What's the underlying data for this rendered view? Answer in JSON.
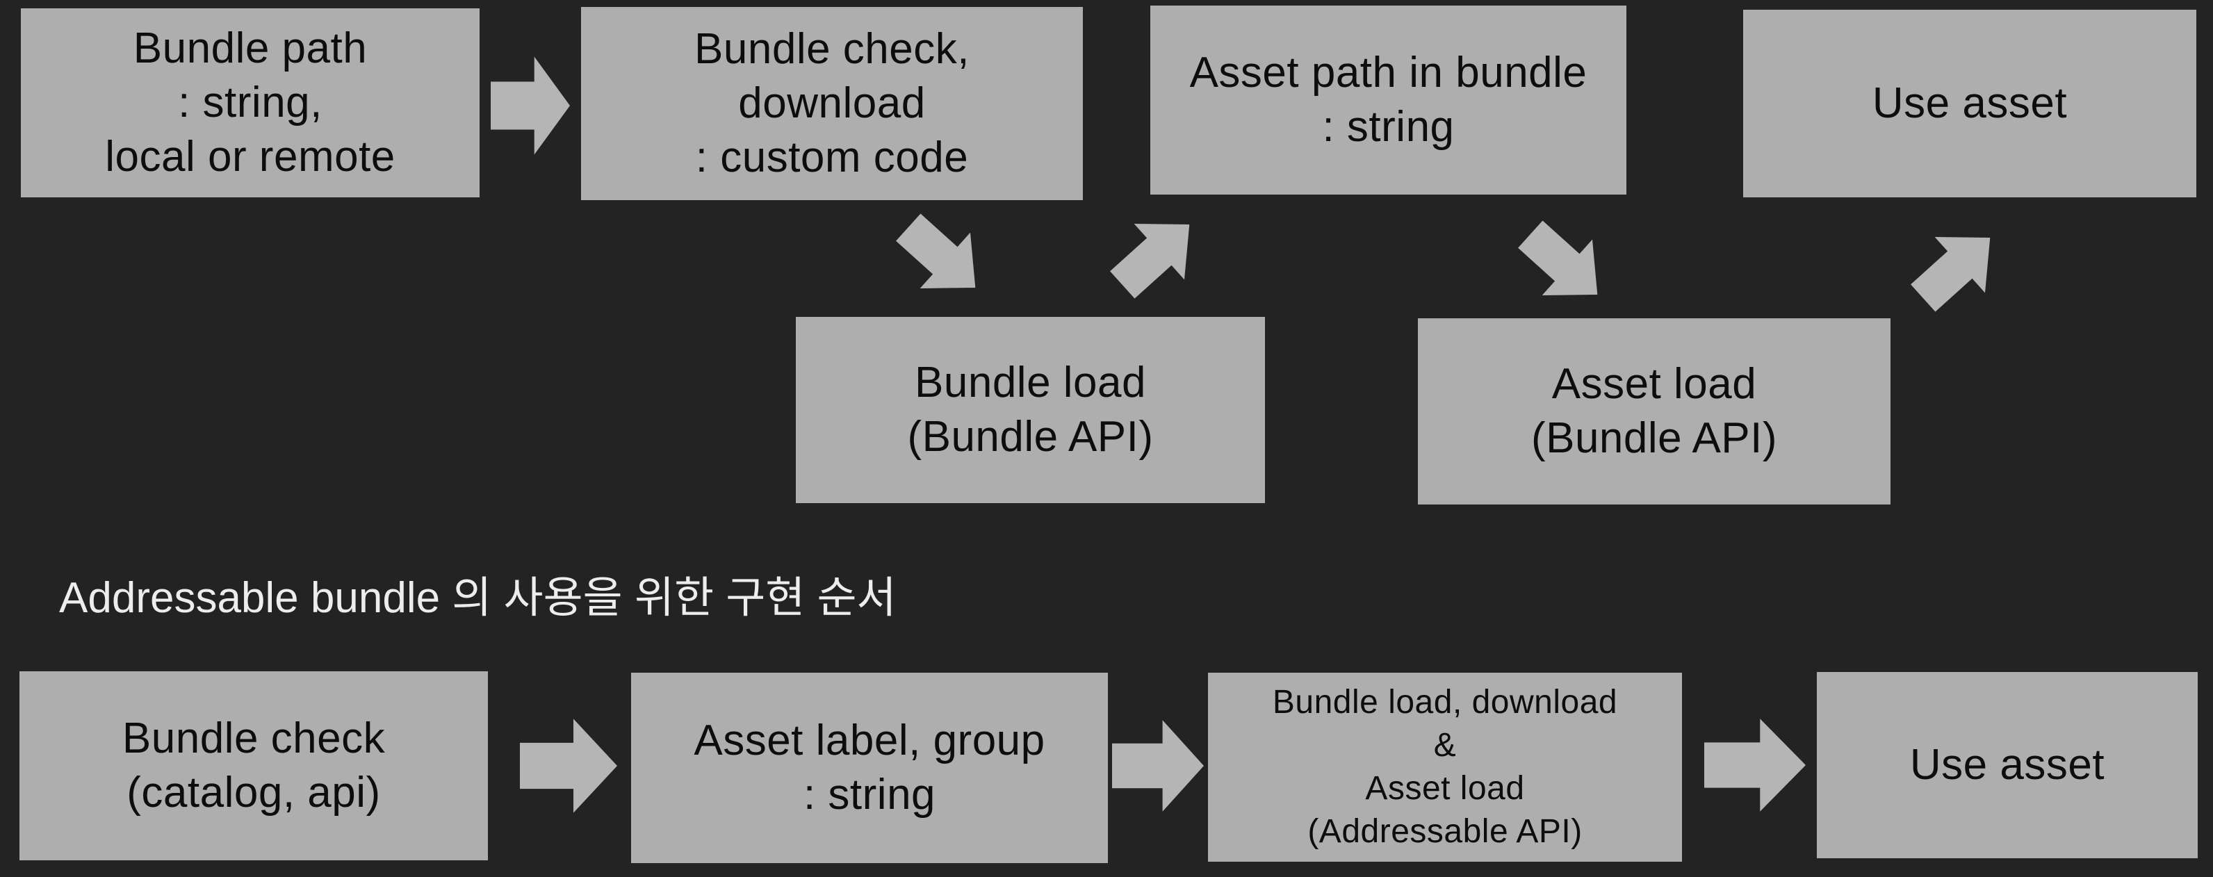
{
  "colors": {
    "background": "#232323",
    "box_fill": "#aeaeae",
    "box_text": "#0d0d0d",
    "arrow_fill": "#b5b5b5",
    "heading_text": "#ededed"
  },
  "heading": {
    "text": "Addressable bundle 의 사용을 위한 구현 순서"
  },
  "top_flow": {
    "boxes": [
      {
        "id": "bundle-path",
        "lines": [
          "Bundle path",
          ": string,",
          "local or remote"
        ]
      },
      {
        "id": "bundle-check-download",
        "lines": [
          "Bundle check,",
          "download",
          ": custom code"
        ]
      },
      {
        "id": "bundle-load",
        "lines": [
          "Bundle load",
          "(Bundle API)"
        ]
      },
      {
        "id": "asset-path-in-bundle",
        "lines": [
          "Asset path in bundle",
          ": string"
        ]
      },
      {
        "id": "asset-load",
        "lines": [
          "Asset load",
          "(Bundle API)"
        ]
      },
      {
        "id": "use-asset",
        "lines": [
          "Use asset"
        ]
      }
    ],
    "connectors": [
      {
        "from": "bundle-path",
        "to": "bundle-check-download",
        "direction": "right"
      },
      {
        "from": "bundle-check-download",
        "to": "bundle-load",
        "direction": "down-right"
      },
      {
        "from": "bundle-load",
        "to": "asset-path-in-bundle",
        "direction": "up-right"
      },
      {
        "from": "asset-path-in-bundle",
        "to": "asset-load",
        "direction": "down-right"
      },
      {
        "from": "asset-load",
        "to": "use-asset",
        "direction": "up-right"
      }
    ]
  },
  "bottom_flow": {
    "boxes": [
      {
        "id": "bundle-check-catalog",
        "lines": [
          "Bundle check",
          "(catalog, api)"
        ]
      },
      {
        "id": "asset-label-group",
        "lines": [
          "Asset label, group",
          ": string"
        ]
      },
      {
        "id": "bundle-asset-load-addressable",
        "lines": [
          "Bundle load, download",
          "&",
          "Asset load",
          "(Addressable API)"
        ]
      },
      {
        "id": "use-asset",
        "lines": [
          "Use asset"
        ]
      }
    ],
    "connectors": [
      {
        "from": "bundle-check-catalog",
        "to": "asset-label-group",
        "direction": "right"
      },
      {
        "from": "asset-label-group",
        "to": "bundle-asset-load-addressable",
        "direction": "right"
      },
      {
        "from": "bundle-asset-load-addressable",
        "to": "use-asset",
        "direction": "right"
      }
    ]
  }
}
